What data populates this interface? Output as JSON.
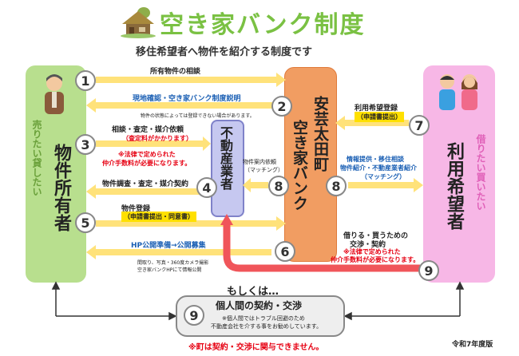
{
  "title": "空き家バンク制度",
  "subtitle": "移住希望者へ物件を紹介する制度です",
  "owner": {
    "sub": "売りたい貸したい",
    "main": "物件所有者"
  },
  "bank": {
    "line1": "安芸太田町",
    "line2": "空き家バンク"
  },
  "agent": {
    "main": "不動産業者"
  },
  "user": {
    "sub": "借りたい買いたい",
    "main": "利用希望者"
  },
  "steps": [
    {
      "num": "1",
      "label": "所有物件の相談"
    },
    {
      "num": "2",
      "label": "現地確認・空き家バンク制度説明",
      "note": "物件の状態によっては登録できない場合があります。"
    },
    {
      "num": "3",
      "label": "相談・査定・媒介依頼",
      "tag": "（査定料がかかります）",
      "red": [
        "※法律で定められた",
        "仲介手数料が必要になります。"
      ]
    },
    {
      "num": "4",
      "label": "物件調査・査定・媒介契約"
    },
    {
      "num": "5",
      "label": "物件登録",
      "tag": "（申請書提出・同意書）"
    },
    {
      "num": "6",
      "label": "HP公開準備→公開募集",
      "note": [
        "間取り、写真・360度カメラ撮影",
        "空き家バンクHPにて情報公開"
      ]
    },
    {
      "num": "7",
      "label": "利用希望登録",
      "tag": "（申請書提出）"
    },
    {
      "num": "8",
      "label_left": [
        "物件案内依頼",
        "（マッチング）"
      ],
      "label_right": [
        "情報提供・移住相談",
        "物件紹介・不動産業者紹介",
        "（マッチング）"
      ]
    },
    {
      "num": "9",
      "label": [
        "借りる・買うための",
        "交渉・契約"
      ],
      "red": [
        "※法律で定められた",
        "仲介手数料が必要になります。"
      ]
    }
  ],
  "or_text": "もしくは…",
  "bottom": {
    "num": "9",
    "title": "個人間の契約・交渉",
    "note1": "※個人間ではトラブル回避のため",
    "note2": "不動産会社を介する事をお勧めしています。",
    "warning": "※町は契約・交渉に関与できません。"
  },
  "era": "令和7年度版",
  "colors": {
    "green": "#b8df8e",
    "orange": "#f19d62",
    "pink": "#f7b7e6",
    "purple": "#c6c8f0",
    "arrow_yellow": "#ffe27a",
    "arrow_red": "#f0555a"
  }
}
